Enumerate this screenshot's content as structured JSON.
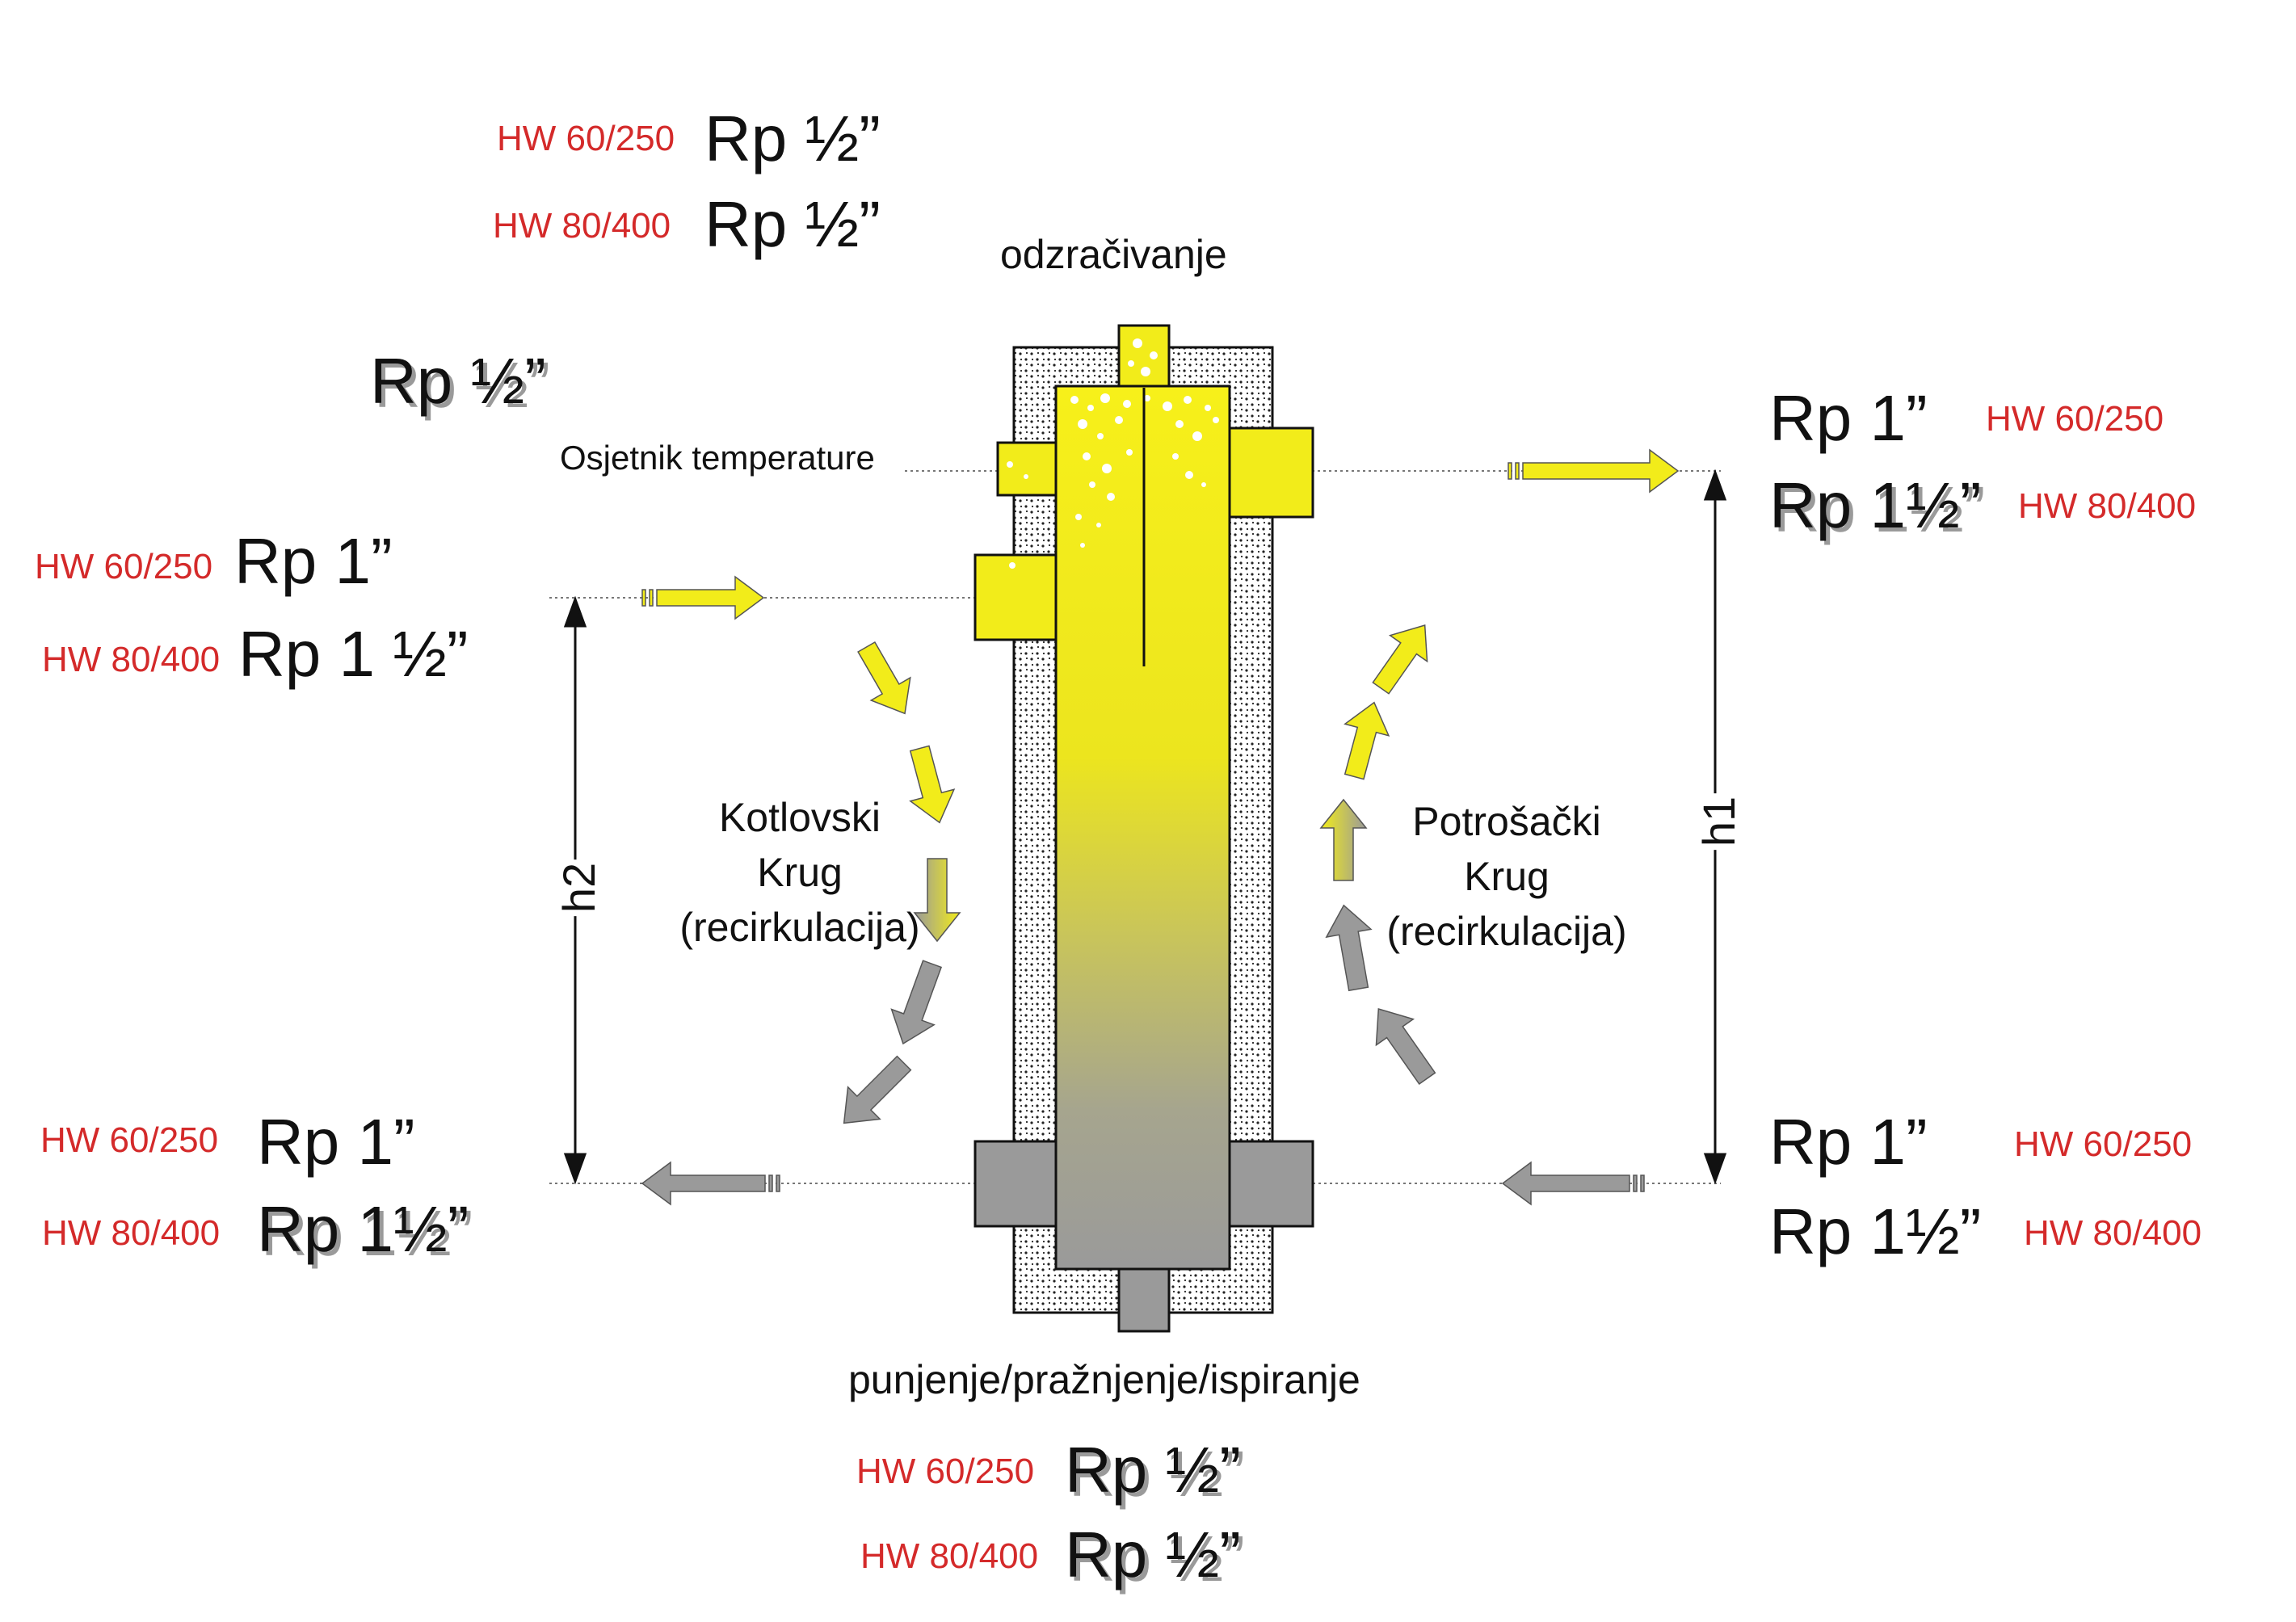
{
  "colors": {
    "hot": "#f2ec1a",
    "cold": "#9a9a9a",
    "label_red": "#d42a2a",
    "insulation_dots": "#222222"
  },
  "top_vent": {
    "label": "odzračivanje",
    "hw60_model": "HW 60/250",
    "hw60_size": "Rp ½”",
    "hw80_model": "HW 80/400",
    "hw80_size": "Rp ½”"
  },
  "sensor": {
    "size": "Rp ½”",
    "label": "Osjetnik temperature"
  },
  "left_top": {
    "hw60_model": "HW 60/250",
    "hw60_size": "Rp 1”",
    "hw80_model": "HW 80/400",
    "hw80_size": "Rp 1 ½”"
  },
  "left_bottom": {
    "hw60_model": "HW 60/250",
    "hw60_size": "Rp 1”",
    "hw80_model": "HW 80/400",
    "hw80_size": "Rp 1½”"
  },
  "right_top": {
    "hw60_size": "Rp 1”",
    "hw60_model": "HW 60/250",
    "hw80_size": "Rp 1½”",
    "hw80_model": "HW 80/400"
  },
  "right_bottom": {
    "hw60_size": "Rp 1”",
    "hw60_model": "HW 60/250",
    "hw80_size": "Rp 1½”",
    "hw80_model": "HW 80/400"
  },
  "circuit_left": {
    "line1": "Kotlovski",
    "line2": "Krug",
    "line3": "(recirkulacija)"
  },
  "circuit_right": {
    "line1": "Potrošački",
    "line2": "Krug",
    "line3": "(recirkulacija)"
  },
  "bottom_drain": {
    "label": "punjenje/pražnjenje/ispiranje",
    "hw60_model": "HW 60/250",
    "hw60_size": "Rp ½”",
    "hw80_model": "HW 80/400",
    "hw80_size": "Rp ½”"
  },
  "dimensions": {
    "h1": "h1",
    "h2": "h2"
  }
}
